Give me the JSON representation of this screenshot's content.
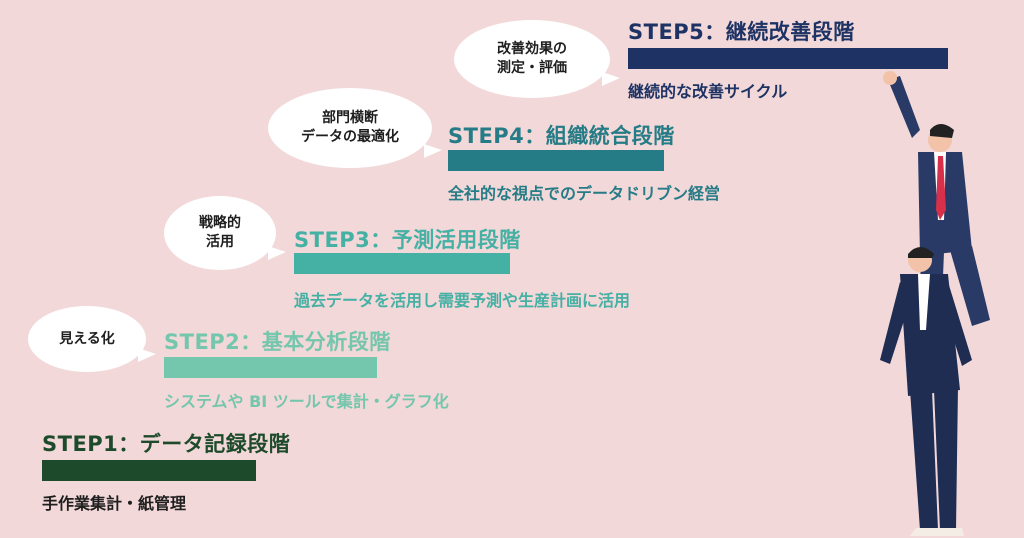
{
  "colors": {
    "background": "#f2d8d9",
    "step1": "#1d4a2b",
    "step2": "#74c6ac",
    "step3": "#45b0a4",
    "step4": "#257c86",
    "step5": "#1e3364"
  },
  "steps": [
    {
      "title": "STEP1：データ記録段階",
      "desc": "手作業集計・紙管理",
      "bubble": []
    },
    {
      "title": "STEP2：基本分析段階",
      "desc": "システムや BI ツールで集計・グラフ化",
      "bubble": [
        "見える化"
      ]
    },
    {
      "title": "STEP3：予測活用段階",
      "desc": "過去データを活用し需要予測や生産計画に活用",
      "bubble": [
        "戦略的",
        "活用"
      ]
    },
    {
      "title": "STEP4：組織統合段階",
      "desc": "全社的な視点でのデータドリブン経営",
      "bubble": [
        "部門横断",
        "データの最適化"
      ]
    },
    {
      "title": "STEP5：継続改善段階",
      "desc": "継続的な改善サイクル",
      "bubble": [
        "改善効果の",
        "測定・評価"
      ]
    }
  ]
}
